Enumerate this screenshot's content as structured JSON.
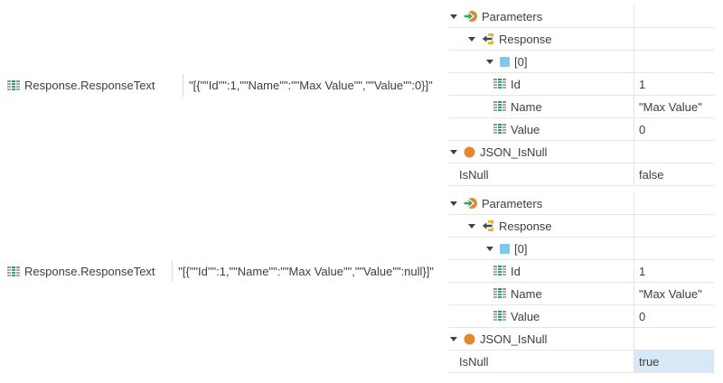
{
  "palette": {
    "text": "#3e3e3e",
    "row_line": "#e6e6e6",
    "left_divider": "#d9d9d9",
    "highlight_cell": "#d7e9f7",
    "icon_green": "#2fab5f",
    "icon_gray": "#9aa0a6",
    "icon_orange": "#e18835",
    "icon_yellow": "#f2b01e",
    "icon_arrow_dark": "#3d4c5c",
    "icon_blue": "#7ec8ef"
  },
  "left_items": [
    {
      "label": "Response.ResponseText",
      "value": "\"[{\"\"Id\"\":1,\"\"Name\"\":\"\"Max Value\"\",\"\"Value\"\":0}]\""
    },
    {
      "label": "Response.ResponseText",
      "value": "\"[{\"\"Id\"\":1,\"\"Name\"\":\"\"Max Value\"\",\"\"Value\"\":null}]\""
    }
  ],
  "trees": [
    {
      "rows": [
        {
          "label": "Parameters",
          "value": ""
        },
        {
          "label": "Response",
          "value": ""
        },
        {
          "label": "[0]",
          "value": ""
        },
        {
          "label": "Id",
          "value": "1"
        },
        {
          "label": "Name",
          "value": "\"Max Value\""
        },
        {
          "label": "Value",
          "value": "0"
        },
        {
          "label": "JSON_IsNull",
          "value": ""
        },
        {
          "label": "IsNull",
          "value": "false"
        }
      ]
    },
    {
      "rows": [
        {
          "label": "Parameters",
          "value": ""
        },
        {
          "label": "Response",
          "value": ""
        },
        {
          "label": "[0]",
          "value": ""
        },
        {
          "label": "Id",
          "value": "1"
        },
        {
          "label": "Name",
          "value": "\"Max Value\""
        },
        {
          "label": "Value",
          "value": "0"
        },
        {
          "label": "JSON_IsNull",
          "value": ""
        },
        {
          "label": "IsNull",
          "value": "true"
        }
      ]
    }
  ]
}
